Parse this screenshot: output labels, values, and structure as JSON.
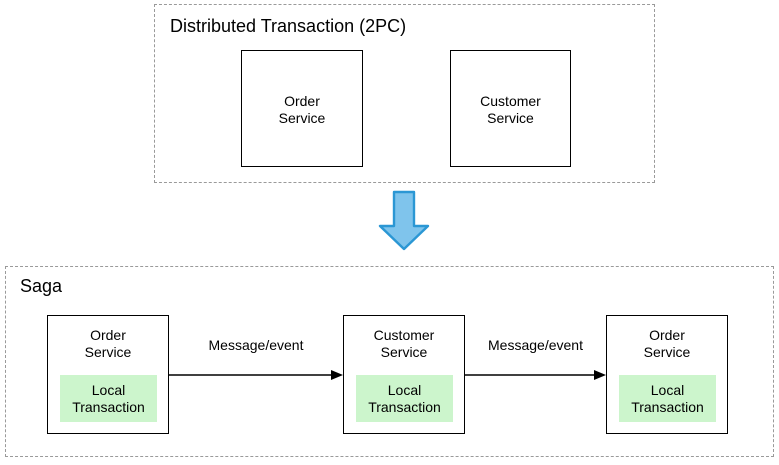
{
  "diagram": {
    "title_top": "Distributed Transaction (2PC)",
    "title_bottom": "Saga",
    "colors": {
      "group_border": "#9a9a9a",
      "box_border": "#000000",
      "local_transaction_fill": "#ccf5cc",
      "big_arrow_fill": "#7fc4ec",
      "big_arrow_stroke": "#2b97d4",
      "text": "#000000",
      "background": "#ffffff"
    },
    "top_section": {
      "label": "Distributed Transaction (2PC)",
      "services": [
        {
          "name": "Order\nService"
        },
        {
          "name": "Customer\nService"
        }
      ]
    },
    "transition": {
      "icon": "down-arrow-icon",
      "direction": "down"
    },
    "bottom_section": {
      "label": "Saga",
      "services": [
        {
          "name": "Order\nService",
          "local_transaction": "Local\nTransaction"
        },
        {
          "name": "Customer\nService",
          "local_transaction": "Local\nTransaction"
        },
        {
          "name": "Order\nService",
          "local_transaction": "Local\nTransaction"
        }
      ],
      "connectors": [
        {
          "label": "Message/event"
        },
        {
          "label": "Message/event"
        }
      ]
    }
  }
}
